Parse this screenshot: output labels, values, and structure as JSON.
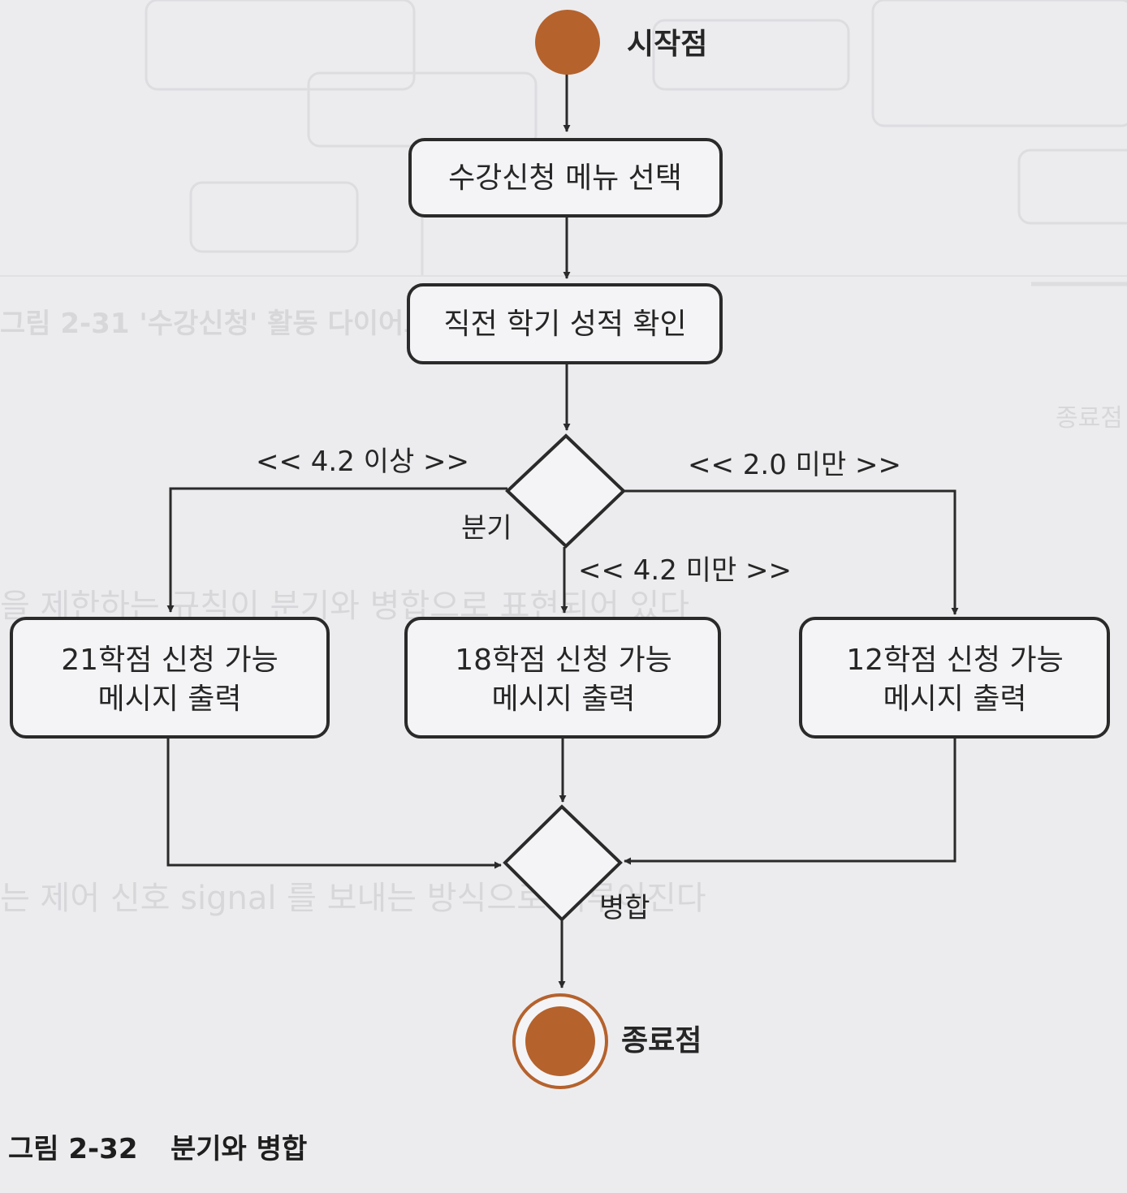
{
  "nodes": {
    "start_label": "시작점",
    "end_label": "종료점",
    "select_menu": "수강신청 메뉴 선택",
    "check_grade": "직전 학기 성적 확인",
    "decision_label": "분기",
    "merge_label": "병합",
    "out_21": [
      "21학점 신청 가능",
      "메시지 출력"
    ],
    "out_18": [
      "18학점 신청 가능",
      "메시지 출력"
    ],
    "out_12": [
      "12학점 신청 가능",
      "메시지 출력"
    ]
  },
  "edges": {
    "guard_left": "<< 4.2 이상 >>",
    "guard_center": "<< 4.2 미만 >>",
    "guard_right": "<< 2.0 미만 >>"
  },
  "caption": {
    "number": "그림 2-32",
    "title": "분기와 병합"
  },
  "colors": {
    "node_fill": "#b5622d",
    "outline": "#2a2a2a"
  }
}
